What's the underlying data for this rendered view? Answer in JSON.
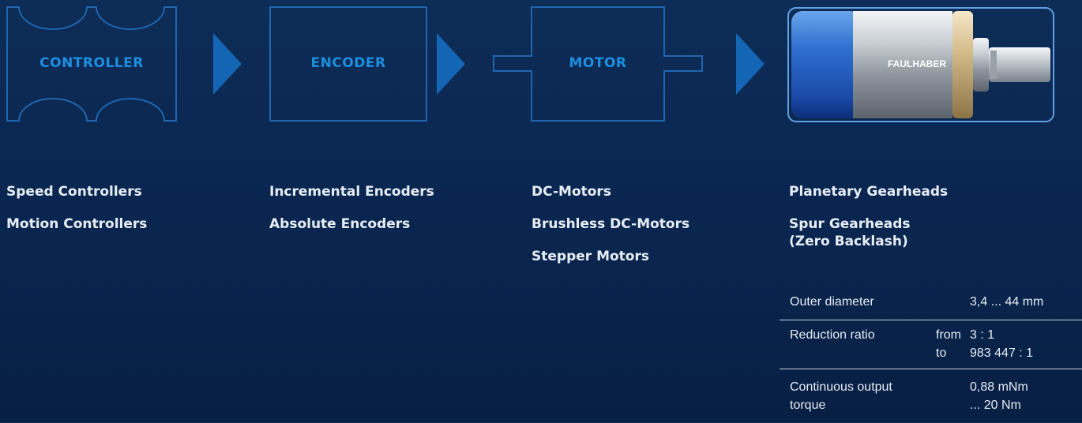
{
  "stages": [
    {
      "id": "controller",
      "label": "CONTROLLER"
    },
    {
      "id": "encoder",
      "label": "ENCODER"
    },
    {
      "id": "motor",
      "label": "MOTOR"
    }
  ],
  "product": {
    "brand": "FAULHABER",
    "icon": "gearhead-motor-product-image"
  },
  "columns": {
    "controller": [
      "Speed Controllers",
      "Motion Controllers"
    ],
    "encoder": [
      "Incremental Encoders",
      "Absolute Encoders"
    ],
    "motor": [
      "DC-Motors",
      "Brushless DC-Motors",
      "Stepper Motors"
    ],
    "gearhead": [
      "Planetary Gearheads",
      "Spur Gearheads\n(Zero Backlash)"
    ]
  },
  "specs": {
    "outer_diameter": {
      "label": "Outer diameter",
      "value": "3,4 ... 44 mm"
    },
    "reduction_ratio": {
      "label": "Reduction ratio",
      "from_label": "from",
      "from_value": "3 : 1",
      "to_label": "to",
      "to_value": "983 447 : 1"
    },
    "continuous_torque": {
      "label_line1": "Continuous output",
      "label_line2": "torque",
      "value_line1": "0,88 mNm",
      "value_line2": "... 20 Nm"
    }
  },
  "colors": {
    "accent": "#1d8fe0",
    "arrow": "#1565b5",
    "outline": "#1f66b0",
    "background": "#0b2852"
  }
}
